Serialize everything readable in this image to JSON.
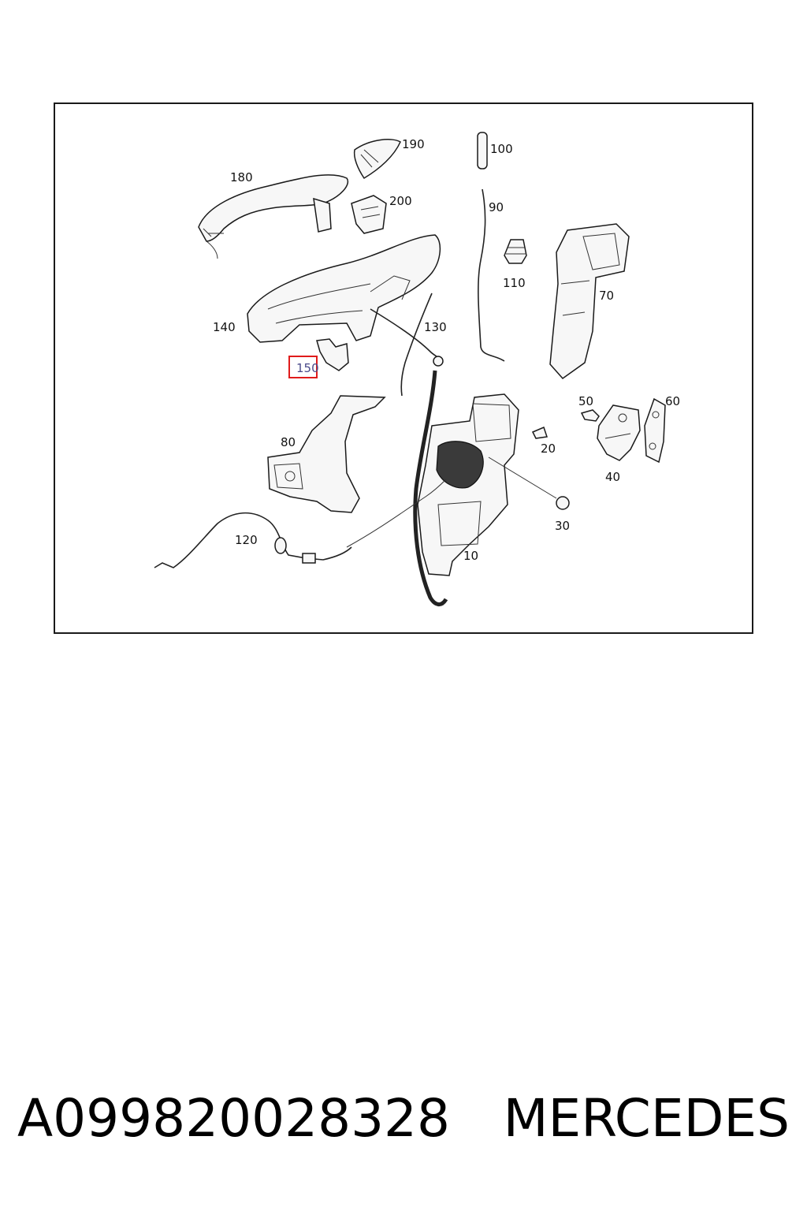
{
  "diagram": {
    "callouts": [
      {
        "id": "c190",
        "label": "190"
      },
      {
        "id": "c100",
        "label": "100"
      },
      {
        "id": "c180",
        "label": "180"
      },
      {
        "id": "c200",
        "label": "200"
      },
      {
        "id": "c90",
        "label": "90"
      },
      {
        "id": "c110",
        "label": "110"
      },
      {
        "id": "c70",
        "label": "70"
      },
      {
        "id": "c140",
        "label": "140"
      },
      {
        "id": "c130",
        "label": "130"
      },
      {
        "id": "c150",
        "label": "150",
        "highlighted": true
      },
      {
        "id": "c50",
        "label": "50"
      },
      {
        "id": "c60",
        "label": "60"
      },
      {
        "id": "c80",
        "label": "80"
      },
      {
        "id": "c20",
        "label": "20"
      },
      {
        "id": "c40",
        "label": "40"
      },
      {
        "id": "c30",
        "label": "30"
      },
      {
        "id": "c120",
        "label": "120"
      },
      {
        "id": "c10",
        "label": "10"
      }
    ],
    "highlight_color": "#e01b1b"
  },
  "footer": {
    "part_number": "A099820028328",
    "brand": "MERCEDES"
  }
}
